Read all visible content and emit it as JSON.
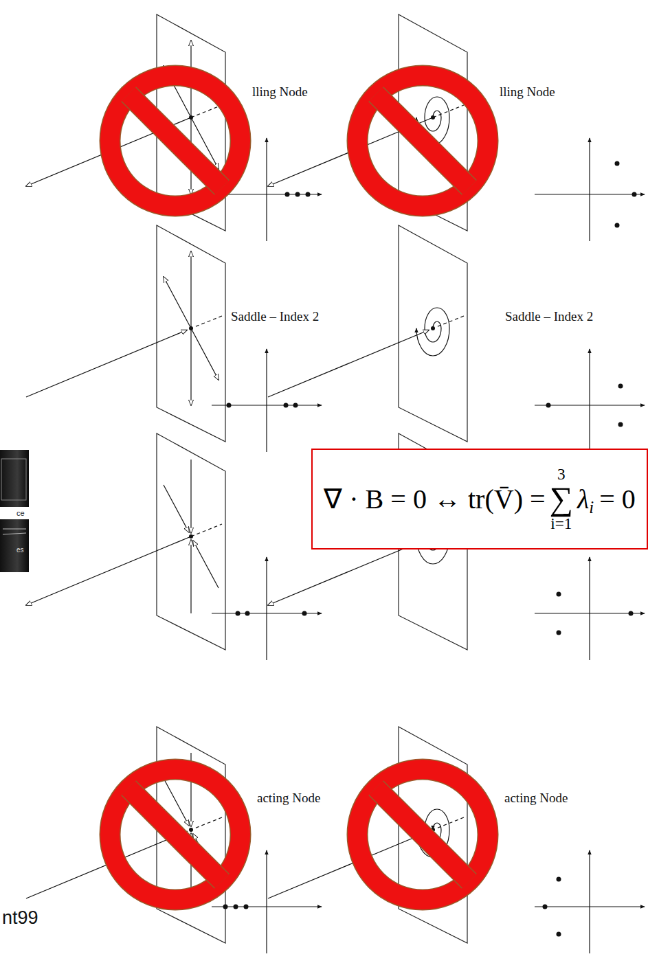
{
  "diagram": {
    "nodes": [
      {
        "text": [
          "∇ · B = 0 ↔ tr(V̄) =",
          "3",
          "∑",
          "i=1",
          "λ",
          "i",
          "= 0"
        ]
      }
    ],
    "labels": [
      "lling Node",
      "lling Node",
      "Saddle – Index 2",
      "Saddle – Index 2",
      "acting Node",
      "acting Node",
      "ce",
      "es",
      "nt99"
    ]
  }
}
